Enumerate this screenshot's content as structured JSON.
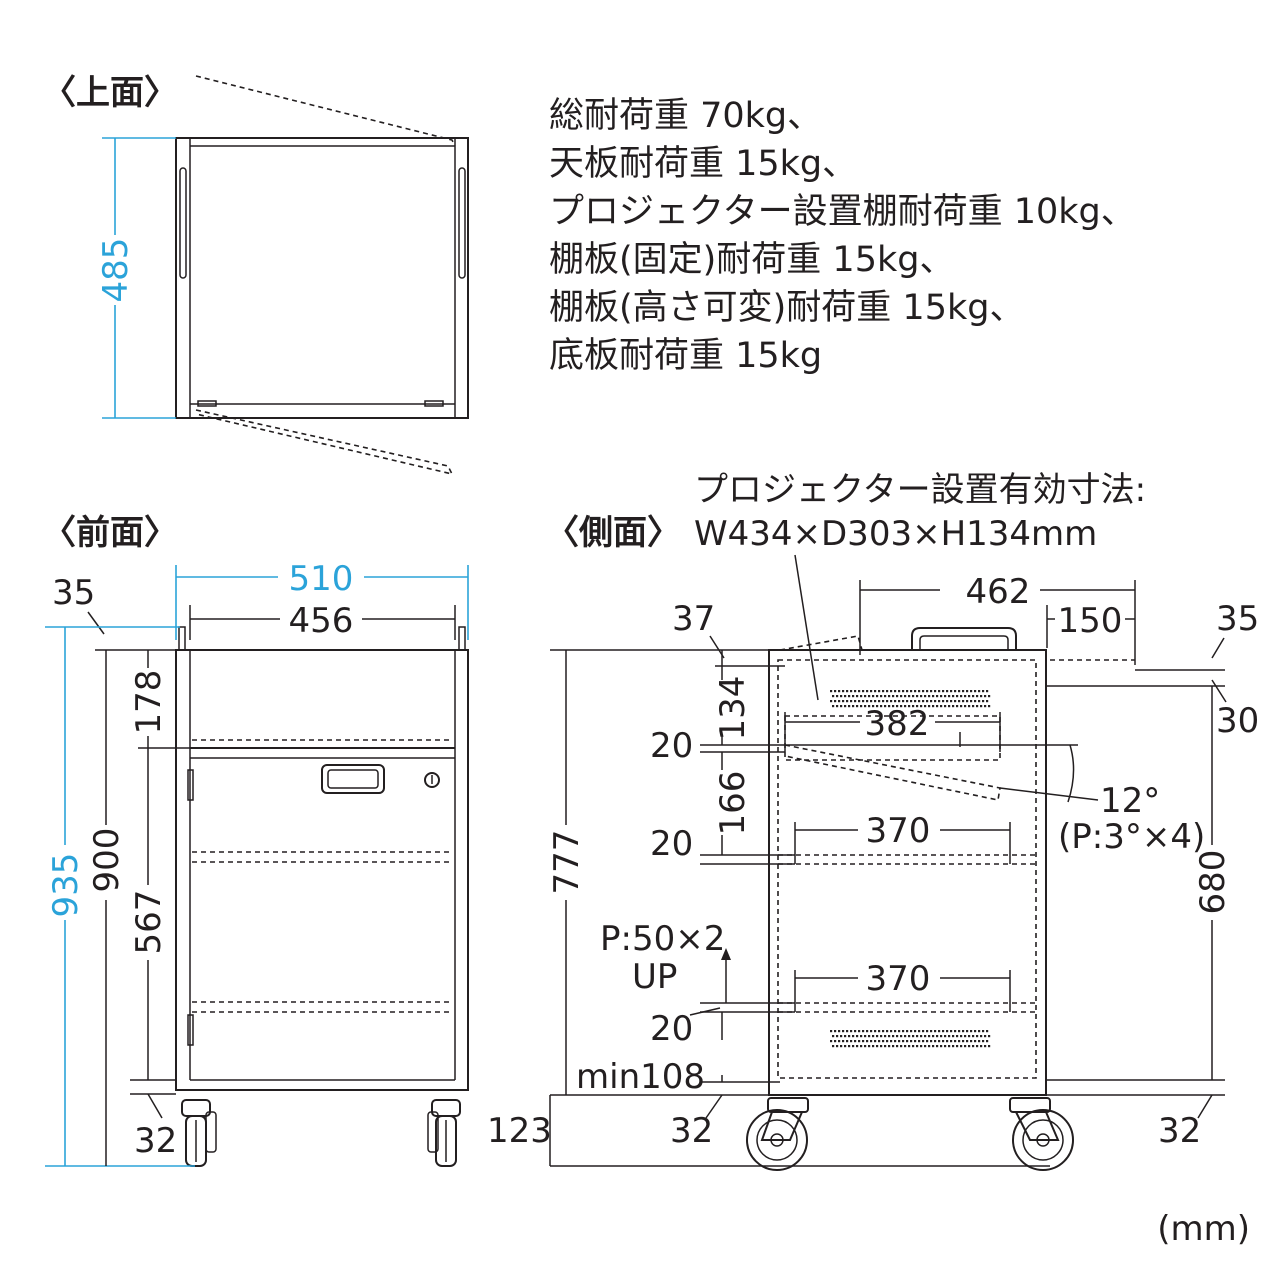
{
  "headings": {
    "top": "〈上面〉",
    "front": "〈前面〉",
    "side": "〈側面〉"
  },
  "specs": [
    "総耐荷重 70kg、",
    "天板耐荷重 15kg、",
    "プロジェクター設置棚耐荷重 10kg、",
    "棚板(固定)耐荷重 15kg、",
    "棚板(高さ可変)耐荷重 15kg、",
    "底板耐荷重 15kg"
  ],
  "projector_note": {
    "line1": "プロジェクター設置有効寸法:",
    "line2": "W434×D303×H134mm"
  },
  "top_dims": {
    "depth": "485"
  },
  "front_dims": {
    "width_total": "510",
    "width_inner": "456",
    "d35": "35",
    "d178": "178",
    "d935": "935",
    "d900": "900",
    "d567": "567",
    "d32": "32"
  },
  "side_dims": {
    "d462": "462",
    "d150": "150",
    "d37": "37",
    "d35": "35",
    "d134": "134",
    "d382": "382",
    "d30": "30",
    "d20a": "20",
    "d166": "166",
    "d12": "12°",
    "pitch": "(P:3°×4)",
    "d370a": "370",
    "d20b": "20",
    "d777": "777",
    "d680": "680",
    "p50": "P:50×2",
    "up": "UP",
    "d370b": "370",
    "d20c": "20",
    "min108": "min108",
    "d123": "123",
    "d32a": "32",
    "d32b": "32"
  },
  "unit": "(mm)",
  "colors": {
    "line": "#231f20",
    "dimension_blue": "#2ba3d9"
  }
}
